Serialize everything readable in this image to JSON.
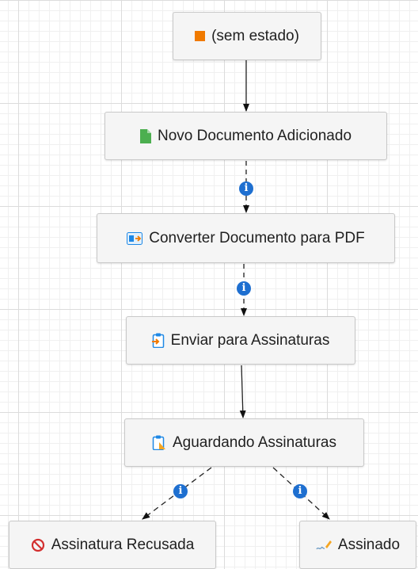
{
  "workflow": {
    "states": [
      {
        "id": "sem-estado",
        "label": "(sem estado)",
        "icon": "orange-square-icon"
      },
      {
        "id": "novo-documento",
        "label": "Novo Documento Adicionado",
        "icon": "green-document-icon"
      },
      {
        "id": "converter",
        "label": "Converter Documento para PDF",
        "icon": "convert-pdf-icon"
      },
      {
        "id": "enviar",
        "label": "Enviar para Assinaturas",
        "icon": "send-clipboard-icon"
      },
      {
        "id": "aguardando",
        "label": "Aguardando Assinaturas",
        "icon": "pending-clipboard-icon"
      },
      {
        "id": "recusada",
        "label": "Assinatura Recusada",
        "icon": "prohibited-icon"
      },
      {
        "id": "assinado",
        "label": "Assinado",
        "icon": "signature-pen-icon"
      }
    ],
    "info_marker": "i",
    "colors": {
      "info": "#1e6fd0",
      "state_start": "#f07a00",
      "document": "#4caf50",
      "refused": "#d32f2f"
    }
  }
}
